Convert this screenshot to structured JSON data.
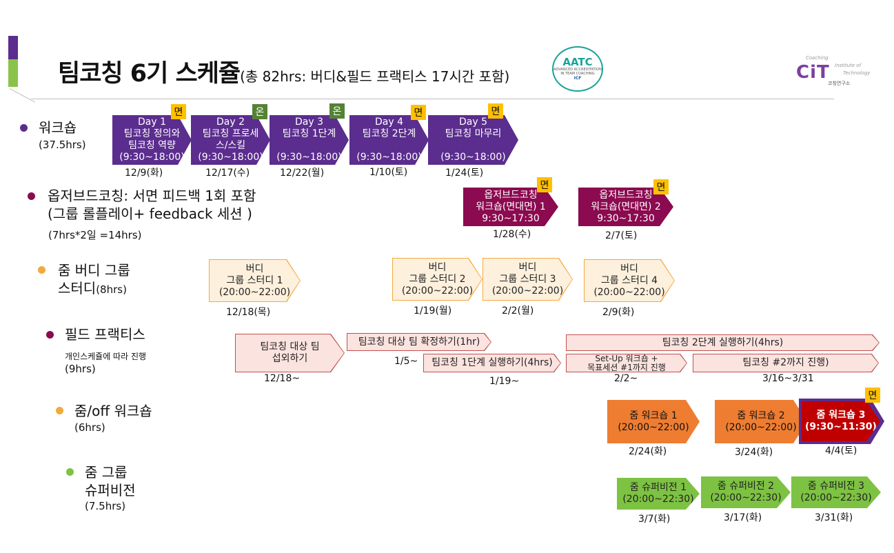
{
  "header": {
    "title": "팀코칭 6기 스케쥴",
    "subtitle": "(총 82hrs: 버디&필드 프랙티스 17시간 포함)"
  },
  "logos": {
    "aatc": {
      "name": "AATC",
      "small": "ADVANCED ACCREDITATION IN TEAM COACHING",
      "icf": "ICF"
    },
    "cit": {
      "coaching": "Coaching",
      "institute": "Institute of",
      "technology": "Technology",
      "mark": "CiT",
      "kr": "코칭연구소"
    }
  },
  "rows": {
    "workshop": {
      "label": "워크숍",
      "hours": "(37.5hrs)",
      "color": "#5b2d8e"
    },
    "observed": {
      "label1": "옵저브드코칭: 서면 피드백 1회 포함",
      "label2": "(그룹 롤플레이+ feedback 세션 )",
      "hours": "(7hrs*2일 =14hrs)",
      "color": "#8b0a50"
    },
    "buddy": {
      "label1": "줌 버디 그룹",
      "label2": "스터디",
      "hours": "(8hrs)",
      "color": "#f3a93c"
    },
    "field": {
      "label": "필드 프랙티스",
      "note": "개인스케쥴에 따라 진행",
      "hours": "(9hrs)",
      "color": "#8b0a50"
    },
    "zoomoff": {
      "label": "줌/off 워크숍",
      "hours": "(6hrs)",
      "color": "#f3a93c"
    },
    "supervision": {
      "label1": "줌 그룹",
      "label2": "슈퍼비전",
      "hours": "(7.5hrs)",
      "color": "#7dc242"
    }
  },
  "badges": {
    "face": "면",
    "online": "온"
  },
  "workshop_days": [
    {
      "text": "Day 1\n팀코칭 정의와\n팀코칭 역량\n(9:30~18:00)",
      "date": "12/9(화)"
    },
    {
      "text": "Day 2\n팀코칭 프로세\n스/스킬\n(9:30~18:00)",
      "date": "12/17(수)"
    },
    {
      "text": "Day 3\n팀코칭 1단계\n\n(9:30~18:00)",
      "date": "12/22(월)"
    },
    {
      "text": "Day 4\n팀코칭 2단계\n\n(9:30~18:00)",
      "date": "1/10(토)"
    },
    {
      "text": "Day 5\n팀코칭 마무리\n\n(9:30~18:00)",
      "date": "1/24(토)"
    }
  ],
  "observed_sessions": [
    {
      "text": "옵저브드코칭\n워크숍(면대면) 1\n9:30~17:30",
      "date": "1/28(수)"
    },
    {
      "text": "옵저브드코칭\n워크숍(면대면) 2\n9:30~17:30",
      "date": "2/7(토)"
    }
  ],
  "buddy_sessions": [
    {
      "text": "버디\n그룹 스터디 1\n(20:00~22:00)",
      "date": "12/18(목)"
    },
    {
      "text": "버디\n그룹 스터디 2\n(20:00~22:00)",
      "date": "1/19(월)"
    },
    {
      "text": "버디\n그룹 스터디 3\n(20:00~22:00)",
      "date": "2/2(월)"
    },
    {
      "text": "버디\n그룹 스터디 4\n(20:00~22:00)",
      "date": "2/9(화)"
    }
  ],
  "field_items": [
    {
      "text": "팀코칭 대상 팀\n섭외하기",
      "date": "12/18~"
    },
    {
      "text": "팀코칭 대상 팀 확정하기(1hr)",
      "date": "1/5~"
    },
    {
      "text": "팀코칭 1단계 실행하기(4hrs)",
      "date": "1/19~"
    },
    {
      "text": "팀코칭 2단계 실행하기(4hrs)"
    },
    {
      "text": "Set-Up 워크숍 +\n목표세션 #1까지 진행",
      "date": "2/2~"
    },
    {
      "text": "팀코칭 #2까지 진행)",
      "date": "3/16~3/31"
    }
  ],
  "zoom_workshops": [
    {
      "text": "줌 워크숍 1\n(20:00~22:00)",
      "date": "2/24(화)"
    },
    {
      "text": "줌 워크숍 2\n(20:00~22:00)",
      "date": "3/24(화)"
    },
    {
      "text": "줌 워크숍 3\n(9:30~11:30)",
      "date": "4/4(토)"
    }
  ],
  "supervision_sessions": [
    {
      "text": "줌 슈퍼비전 1\n(20:00~22:30)",
      "date": "3/7(화)"
    },
    {
      "text": "줌 슈퍼비전 2\n(20:00~22:30)",
      "date": "3/17(화)"
    },
    {
      "text": "줌 슈퍼비전 3\n(20:00~22:30)",
      "date": "3/31(화)"
    }
  ]
}
